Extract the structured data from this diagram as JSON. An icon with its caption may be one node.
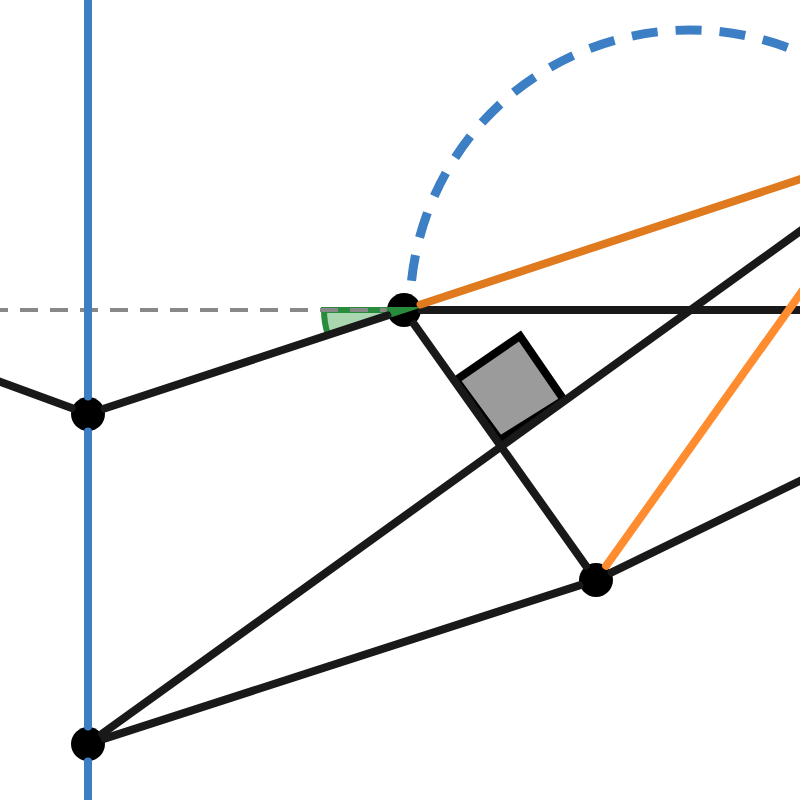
{
  "diagram": {
    "nodes": [
      {
        "text": [],
        "shape": "circle"
      },
      {
        "text": [],
        "shape": "circle"
      },
      {
        "text": [],
        "shape": "circle"
      },
      {
        "text": [],
        "shape": "circle"
      }
    ],
    "edges": [
      {
        "from": null,
        "to": 0,
        "arrow": "none"
      },
      {
        "from": 0,
        "to": 1,
        "arrow": "none"
      },
      {
        "from": 1,
        "to": null,
        "arrow": "none"
      },
      {
        "from": null,
        "to": 1,
        "arrow": "none",
        "style": "dashed",
        "color": "#888888"
      },
      {
        "from": 1,
        "to": null,
        "arrow": "none",
        "color": "#e07a1f"
      },
      {
        "from": 1,
        "to": 2,
        "arrow": "none"
      },
      {
        "from": 3,
        "to": 2,
        "arrow": "none"
      },
      {
        "from": 3,
        "to": null,
        "arrow": "none"
      },
      {
        "from": 2,
        "to": null,
        "arrow": "none"
      },
      {
        "from": 2,
        "to": null,
        "arrow": "none",
        "color": "#ff8c2e"
      },
      {
        "from": null,
        "to": 0,
        "arrow": "none",
        "color": "#3d7fc4"
      },
      {
        "from": 0,
        "to": 3,
        "arrow": "none",
        "color": "#3d7fc4"
      },
      {
        "from": 3,
        "to": null,
        "arrow": "none",
        "color": "#3d7fc4"
      }
    ]
  }
}
